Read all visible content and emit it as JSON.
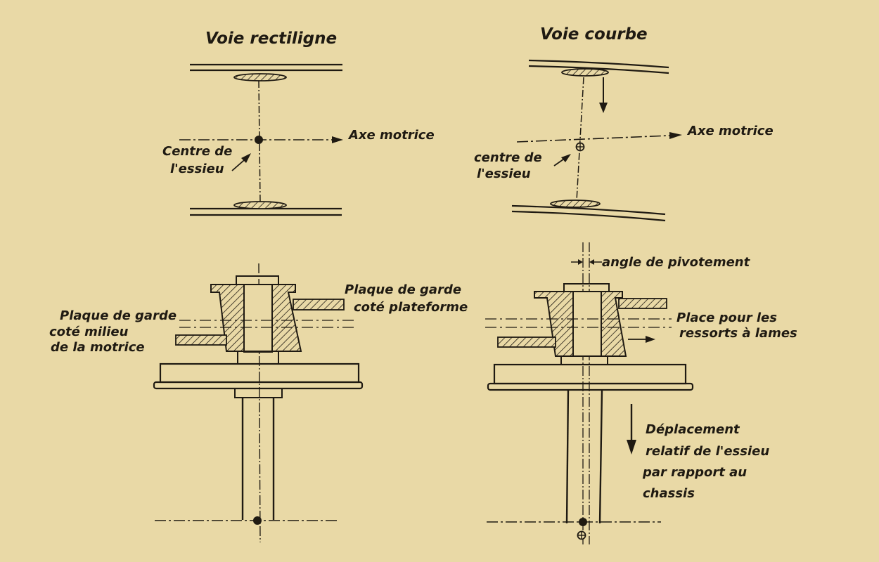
{
  "left_panel": {
    "title": "Voie rectiligne",
    "axle_axis_label": "Axe motrice",
    "axle_center_label": [
      "Centre de",
      "l'essieu"
    ],
    "guard_plate_platform_label": [
      "Plaque de garde",
      "coté plateforme"
    ],
    "guard_plate_middle_label": [
      "Plaque de garde",
      "coté milieu",
      "de la motrice"
    ]
  },
  "right_panel": {
    "title": "Voie courbe",
    "axle_axis_label": "Axe motrice",
    "axle_center_label": [
      "centre de",
      "l'essieu"
    ],
    "pivot_angle_label": "angle de pivotement",
    "leaf_spring_space_label": [
      "Place pour les",
      "ressorts à lames"
    ],
    "displacement_label": [
      "Déplacement",
      "relatif de l'essieu",
      "par rapport au",
      "chassis"
    ]
  }
}
